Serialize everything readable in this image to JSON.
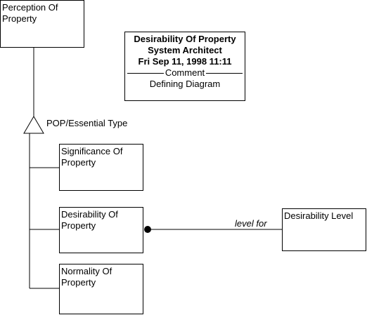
{
  "boxes": {
    "perception": "Perception Of\nProperty",
    "significance": "Significance Of\nProperty",
    "desirability": "Desirability Of\nProperty",
    "normality": "Normality Of\nProperty",
    "desirability_level": "Desirability Level"
  },
  "note": {
    "line1": "Desirability Of Property",
    "line2": "System Architect",
    "line3": "Fri Sep 11, 1998  11:11",
    "section": "Comment",
    "body": "Defining Diagram"
  },
  "labels": {
    "inheritance": "POP/Essential Type",
    "relationship": "level for"
  }
}
